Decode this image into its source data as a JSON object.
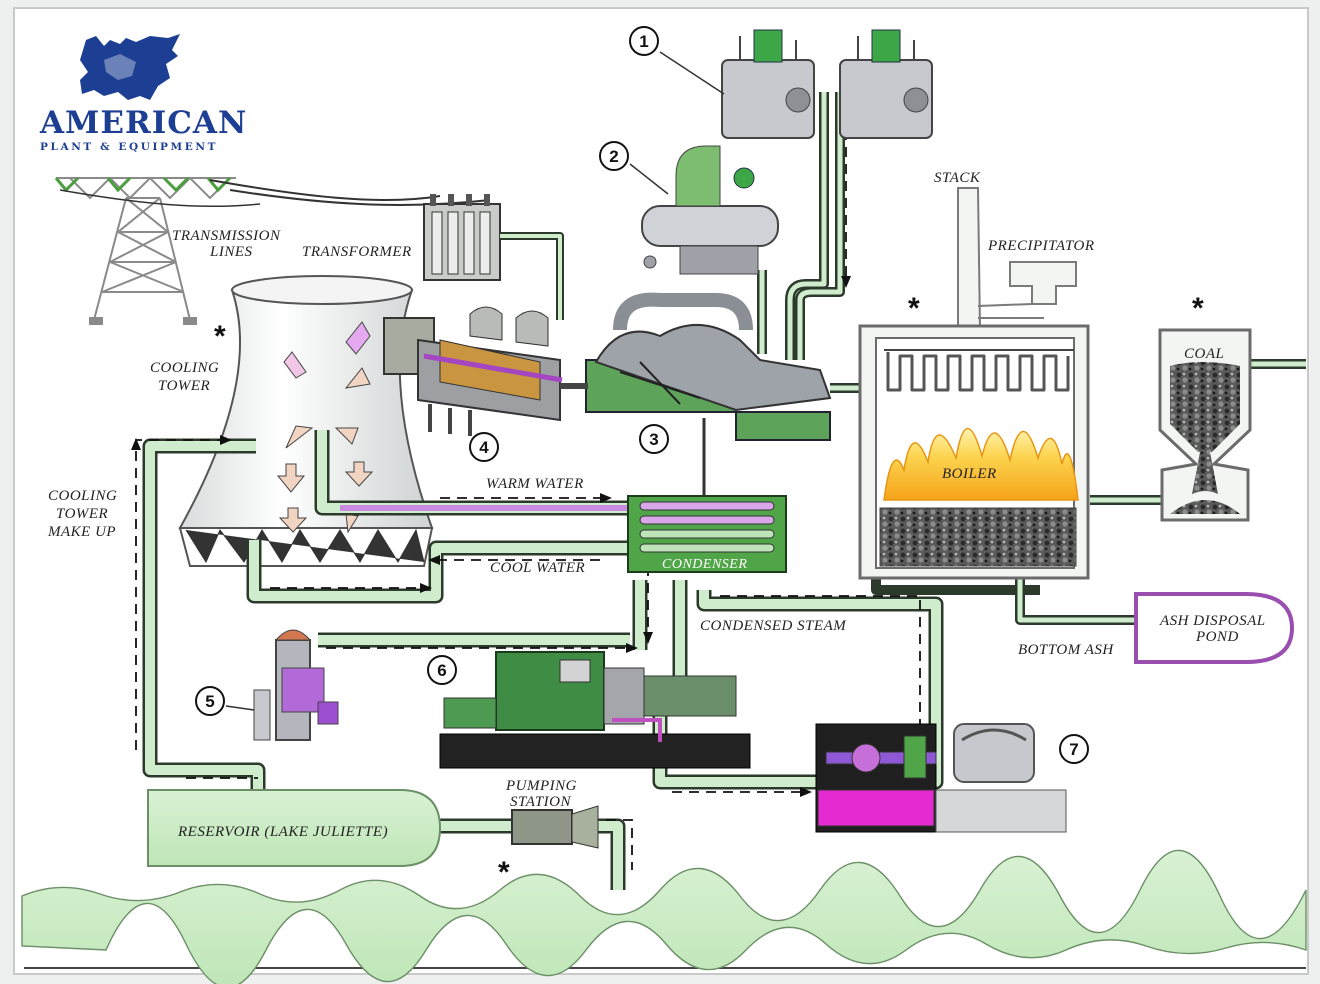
{
  "logo": {
    "name": "AMERICAN",
    "tagline": "PLANT & EQUIPMENT",
    "icon": "griffin-emblem-icon",
    "color": "#1d3f93"
  },
  "labels": {
    "transmission": "TRANSMISSION",
    "lines": "LINES",
    "transformer": "TRANSFORMER",
    "cooling": "COOLING",
    "tower": "TOWER",
    "ct_make_up_1": "COOLING",
    "ct_make_up_2": "TOWER",
    "ct_make_up_3": "MAKE UP",
    "warm_water": "WARM WATER",
    "cool_water": "COOL WATER",
    "condenser": "CONDENSER",
    "condensed_steam": "CONDENSED STEAM",
    "stack": "STACK",
    "precipitator": "PRECIPITATOR",
    "boiler": "BOILER",
    "coal": "COAL",
    "ash_disposal": "ASH DISPOSAL",
    "pond": "POND",
    "bottom_ash": "BOTTOM ASH",
    "pumping": "PUMPING",
    "station": "STATION",
    "reservoir": "RESERVOIR (LAKE JULIETTE)"
  },
  "callouts": [
    "1",
    "2",
    "3",
    "4",
    "5",
    "6",
    "7"
  ],
  "markers": {
    "asterisk": "*"
  },
  "colors": {
    "pipe_fill": "#cfeccc",
    "pipe_outline": "#2c3a2c",
    "equipment_green": "#4fa547",
    "warm_water_purple": "#c88be0",
    "flame": "#fcd34d",
    "ash_pond_outline": "#9a4fb0"
  }
}
